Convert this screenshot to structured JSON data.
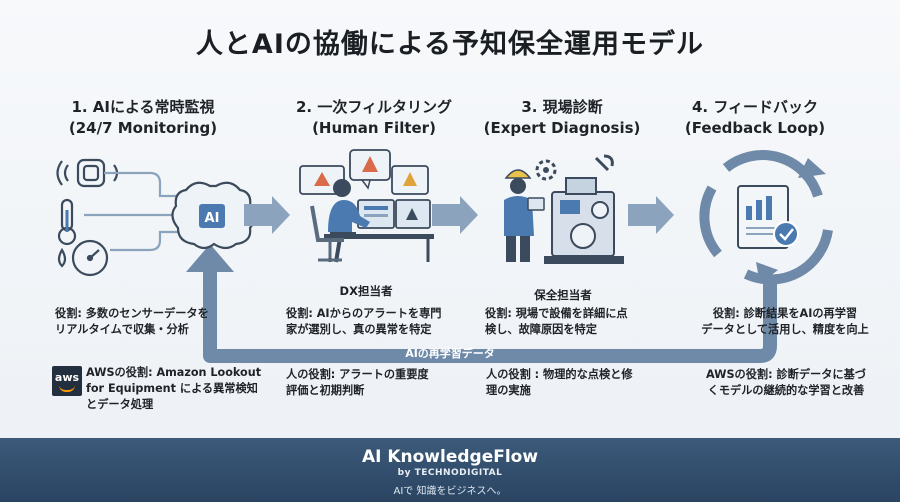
{
  "title": "人とAIの協働による予知保全運用モデル",
  "steps": [
    {
      "heading_line1": "1. AIによる常時監視",
      "heading_line2": "(24/7 Monitoring)",
      "role_line1": "役割: 多数のセンサーデータを",
      "role_line2": "リアルタイムで収集・分析",
      "aws_line1": "AWSの役割: Amazon Lookout",
      "aws_line2": "for Equipment による異常検知",
      "aws_line3": "とデータ処理",
      "chip_label": "AI"
    },
    {
      "heading_line1": "2. 一次フィルタリング",
      "heading_line2": "(Human Filter)",
      "caption": "DX担当者",
      "role_line1": "役割: AIからのアラートを専門",
      "role_line2": "家が選別し、真の異常を特定",
      "human_line1": "人の役割: アラートの重要度",
      "human_line2": "評価と初期判断"
    },
    {
      "heading_line1": "3. 現場診断",
      "heading_line2": "(Expert Diagnosis)",
      "caption": "保全担当者",
      "role_line1": "役割: 現場で設備を詳細に点",
      "role_line2": "検し、故障原因を特定",
      "human_line1": "人の役割 : 物理的な点検と修",
      "human_line2": "理の実施"
    },
    {
      "heading_line1": "4. フィードバック",
      "heading_line2": "(Feedback Loop)",
      "role_line1": "役割: 診断結果をAIの再学習",
      "role_line2": "データとして活用し、精度を向上",
      "aws_line1": "AWSの役割: 診断データに基づ",
      "aws_line2": "くモデルの継続的な学習と改善"
    }
  ],
  "loop_label": "AIの再学習データ",
  "aws_logo_text": "aws",
  "footer": {
    "brand": "AI KnowledgeFlow",
    "by": "by TECHNODIGITAL",
    "tagline": "AIで 知識をビジネスへ。"
  },
  "colors": {
    "arrow": "#8ba3bd",
    "loop": "#6e8aa8",
    "icon_stroke": "#3b4a5c",
    "accent_blue": "#4a7ab0",
    "footer": "#2f4a6a"
  }
}
